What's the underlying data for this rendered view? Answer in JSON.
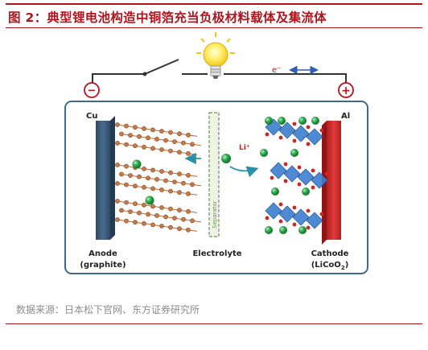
{
  "figure": {
    "title": "图 2：典型锂电池构造中铜箔充当负极材料载体及集流体"
  },
  "diagram": {
    "anode_terminal_sign": "−",
    "cathode_terminal_sign": "+",
    "anode_collector": "Cu",
    "cathode_collector": "Al",
    "electron_label": "e⁻",
    "ion_label": "Li⁺",
    "separator_label": "Separator",
    "anode_label": "Anode",
    "anode_material": "(graphite)",
    "electrolyte_label": "Electrolyte",
    "cathode_label": "Cathode",
    "cathode_material": "(LiCoO",
    "cathode_material_sub": "2",
    "cathode_material_end": ")",
    "colors": {
      "accent_red": "#b5121b",
      "cu_electrode": "#3d5a7a",
      "al_electrode": "#d42a2a",
      "lithium": "#2aa84a",
      "graphite": "#c77a48",
      "cobalt": "#3b7fd0",
      "oxygen": "#cc2626"
    }
  },
  "source": "数据来源：日本松下官网、东方证券研究所"
}
